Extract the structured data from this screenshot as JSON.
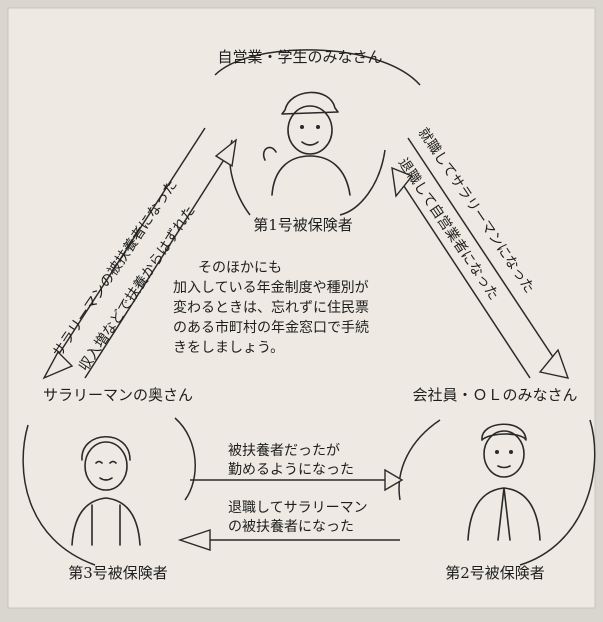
{
  "background_color": "#d9d6d0",
  "panel_color": "#eeeae3",
  "line_color": "#2a2a2a",
  "nodes": {
    "top": {
      "title": "自営業・学生のみなさん",
      "label": "第1号被保険者",
      "icon": "worker-with-cap-icon"
    },
    "right": {
      "title": "会社員・ＯＬのみなさん",
      "label": "第2号被保険者",
      "icon": "office-worker-icon"
    },
    "left": {
      "title": "サラリーマンの奥さん",
      "label": "第3号被保険者",
      "icon": "housewife-icon"
    }
  },
  "arrows": {
    "top_to_right": "就職してサラリーマンになった",
    "right_to_top": "退職して自営業者になった",
    "top_to_left": "サラリーマンの被扶養者になった",
    "left_to_top": "収入増などで扶養からはずれた",
    "left_to_right": [
      "被扶養者だったが",
      "勤めるようになった"
    ],
    "right_to_left": [
      "退職してサラリーマン",
      "の被扶養者になった"
    ]
  },
  "center_note": [
    "そのほかにも",
    "加入している年金制度や種別が",
    "変わるときは、忘れずに住民票",
    "のある市町村の年金窓口で手続",
    "きをしましょう。"
  ]
}
